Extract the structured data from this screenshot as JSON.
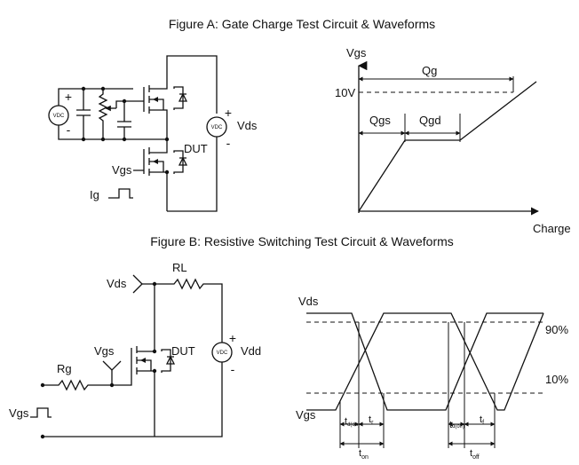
{
  "figure_a": {
    "title": "Figure A: Gate Charge Test Circuit & Waveforms",
    "circuit": {
      "supply_left": "VDC",
      "supply_left_plus": "+",
      "supply_left_minus": "-",
      "supply_right": "VDC",
      "supply_right_plus": "+",
      "supply_right_minus": "-",
      "vds_label": "Vds",
      "dut_label": "DUT",
      "vgs_label": "Vgs",
      "ig_label": "Ig"
    },
    "waveform": {
      "y_axis_label": "Vgs",
      "x_axis_label": "Charge",
      "level_label": "10V",
      "qg_label": "Qg",
      "qgs_label": "Qgs",
      "qgd_label": "Qgd"
    }
  },
  "figure_b": {
    "title": "Figure B: Resistive Switching Test Circuit & Waveforms",
    "circuit": {
      "vds_label": "Vds",
      "rl_label": "RL",
      "vgs_label": "Vgs",
      "dut_label": "DUT",
      "rg_label": "Rg",
      "vgs_pulse_label": "Vgs",
      "supply": "VDC",
      "supply_plus": "+",
      "supply_minus": "-",
      "vdd_label": "Vdd"
    },
    "waveform": {
      "vds_label": "Vds",
      "vgs_label": "Vgs",
      "pct_90": "90%",
      "pct_10": "10%",
      "td_on": "t",
      "td_on_sub": "d(on)",
      "tr": "t",
      "tr_sub": "r",
      "ton": "t",
      "ton_sub": "on",
      "td_off": "t",
      "td_off_sub": "d(off)",
      "tf": "t",
      "tf_sub": "f",
      "toff": "t",
      "toff_sub": "off"
    }
  }
}
